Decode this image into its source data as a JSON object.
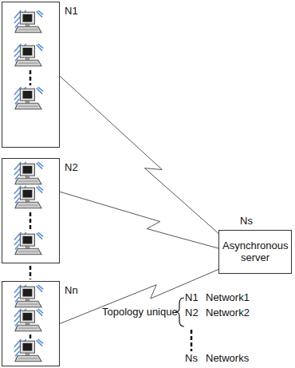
{
  "diagram": {
    "nodes": [
      {
        "text": [
          "N1"
        ]
      },
      {
        "text": [
          "N2"
        ]
      },
      {
        "text": [
          "Nn"
        ]
      },
      {
        "text": [
          "Ns",
          "Asynchronous server"
        ]
      }
    ],
    "edges": [
      {
        "from": 0,
        "to": 3,
        "arrow": "none"
      },
      {
        "from": 1,
        "to": 3,
        "arrow": "none"
      },
      {
        "from": 2,
        "to": 3,
        "arrow": "none"
      }
    ],
    "labels": [
      "Topology unique",
      "N1",
      "Network1",
      "N2",
      "Network2",
      "Ns",
      "Networks"
    ]
  }
}
